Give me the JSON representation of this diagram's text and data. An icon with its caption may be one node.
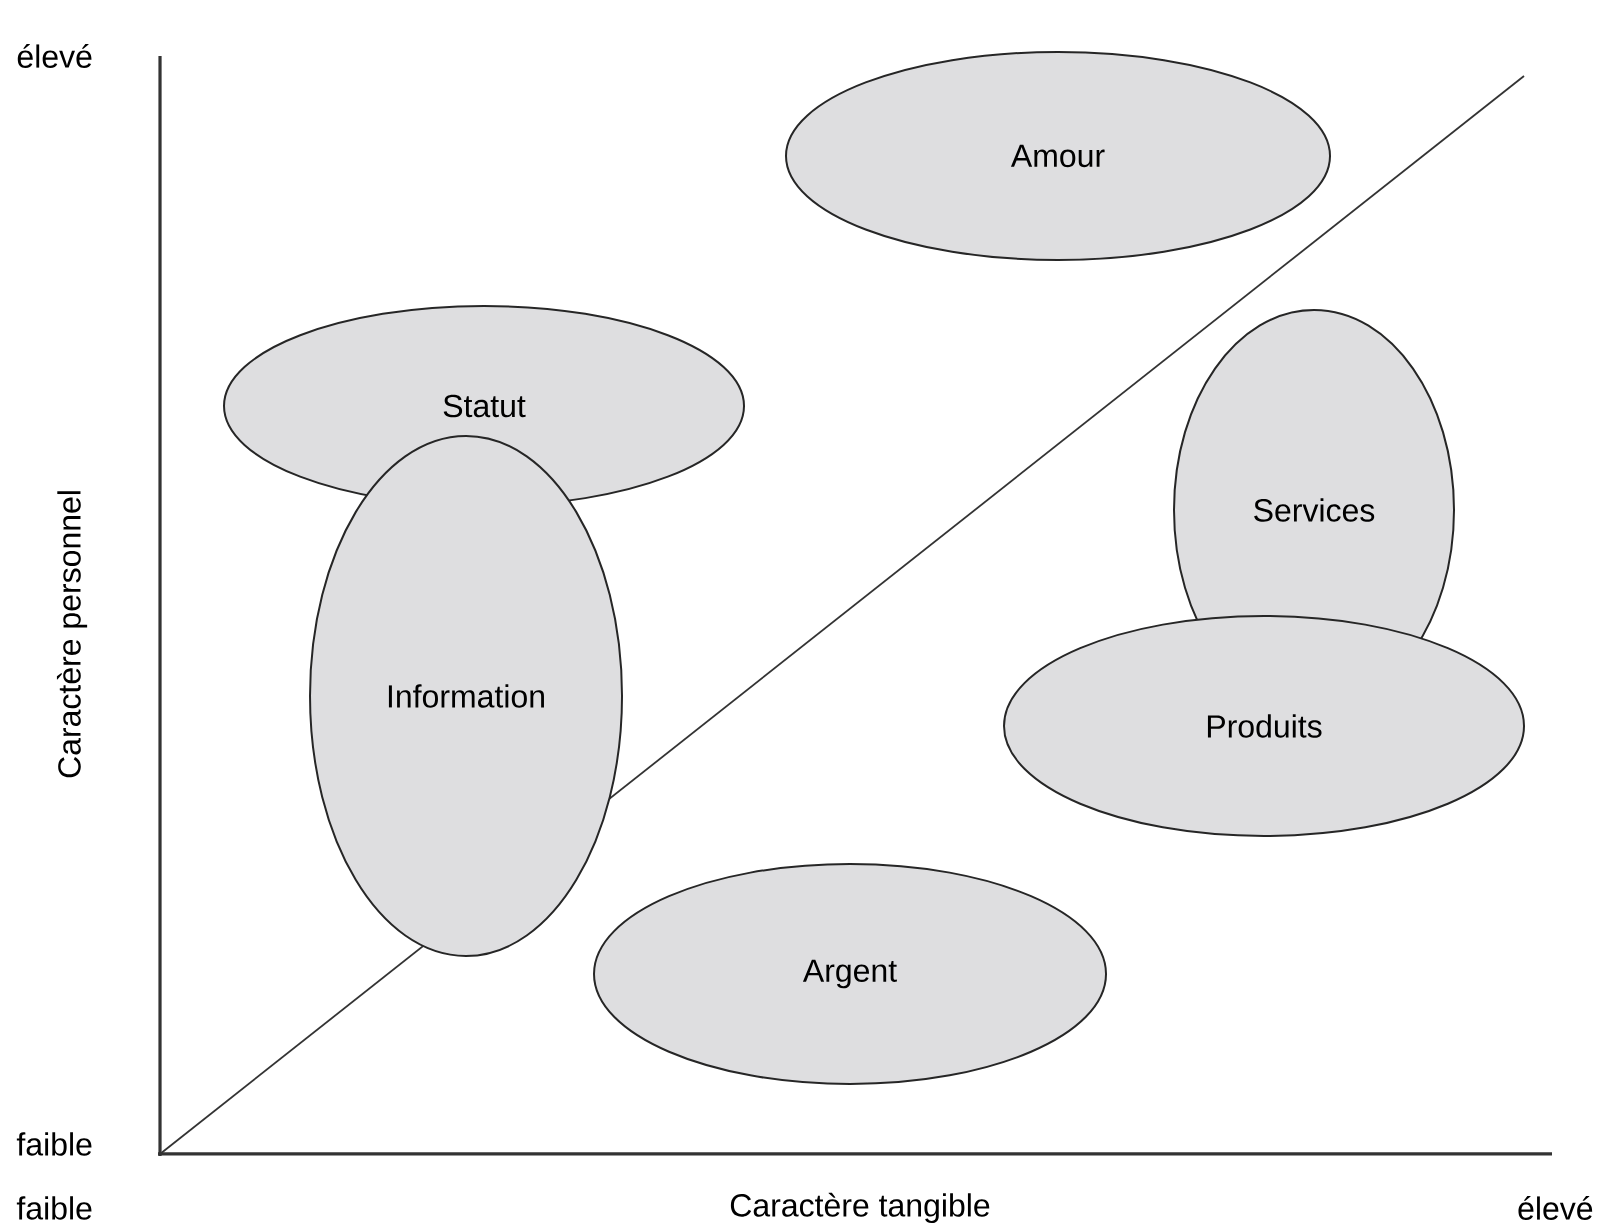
{
  "diagram": {
    "nodes": [
      {
        "text": [
          "Amour"
        ]
      },
      {
        "text": [
          "Statut"
        ]
      },
      {
        "text": [
          "Services"
        ]
      },
      {
        "text": [
          "Information"
        ]
      },
      {
        "text": [
          "Produits"
        ]
      },
      {
        "text": [
          "Argent"
        ]
      }
    ],
    "labels": [
      "élevé",
      "Caractère personnel",
      "faible",
      "faible",
      "Caractère tangible",
      "élevé"
    ]
  }
}
